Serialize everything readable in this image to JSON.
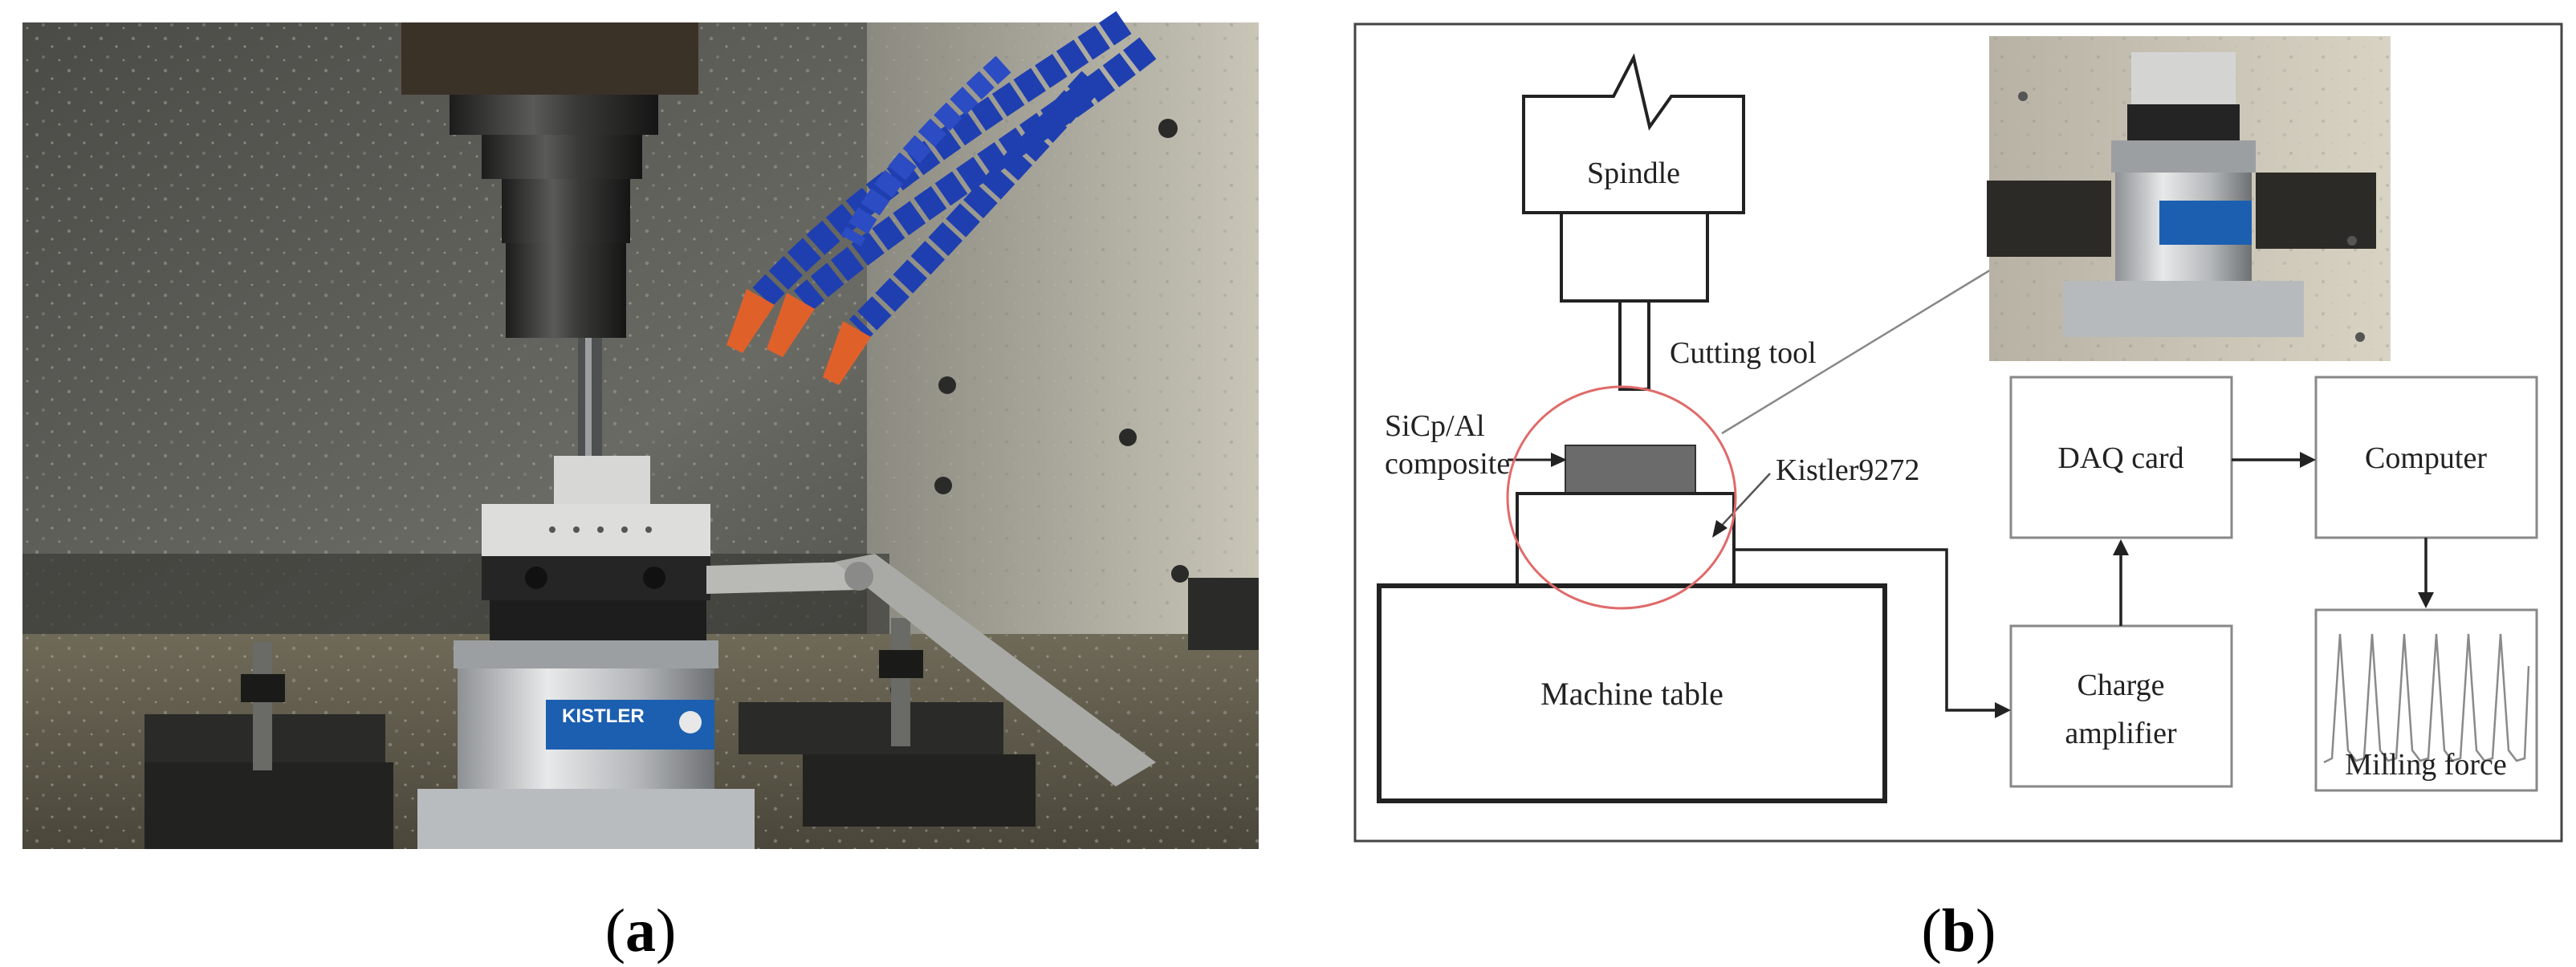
{
  "panel_a": {
    "label_open": "(",
    "label_letter": "a",
    "label_close": ")",
    "sensor_brand": "KISTLER"
  },
  "panel_b": {
    "label_open": "(",
    "label_letter": "b",
    "label_close": ")",
    "spindle": "Spindle",
    "cutting_tool": "Cutting tool",
    "workpiece_line1": "SiCp/Al",
    "workpiece_line2": "composite",
    "dynamometer": "Kistler9272",
    "machine_table": "Machine table",
    "daq_card": "DAQ card",
    "computer": "Computer",
    "charge_amp_line1": "Charge",
    "charge_amp_line2": "amplifier",
    "milling_force": "Milling force"
  },
  "colors": {
    "highlight_circle": "#e06a6a",
    "coolant_hose": "#1f3fb0",
    "coolant_nozzle": "#e0602a",
    "sensor_label": "#1c5fb0",
    "workpiece": "#6b6b6b"
  }
}
